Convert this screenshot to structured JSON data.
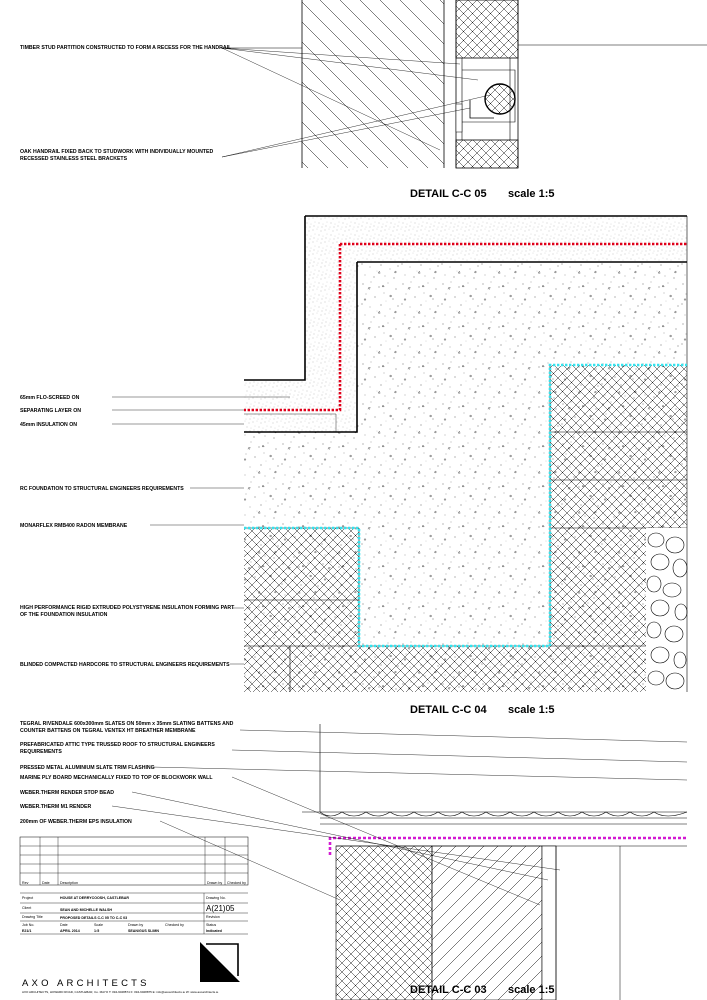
{
  "details": {
    "c05": {
      "title": "DETAIL C-C 05",
      "scale": "scale 1:5",
      "labels": [
        "TIMBER STUD PARTITION CONSTRUCTED TO FORM A RECESS FOR THE HANDRAIL",
        "OAK HANDRAIL FIXED BACK TO STUDWORK WITH INDIVIDUALLY MOUNTED",
        "RECESSED STAINLESS STEEL BRACKETS"
      ]
    },
    "c04": {
      "title": "DETAIL C-C 04",
      "scale": "scale 1:5",
      "labels": [
        "65mm FLO-SCREED ON",
        "SEPARATING LAYER ON",
        "45mm INSULATION ON",
        "RC FOUNDATION TO STRUCTURAL ENGINEERS REQUIREMENTS",
        "MONARFLEX RMB400 RADON MEMBRANE",
        "HIGH PERFORMANCE RIGID EXTRUDED POLYSTYRENE INSULATION FORMING PART",
        "OF THE FOUNDATION INSULATION",
        "BLINDED COMPACTED HARDCORE TO STRUCTURAL ENGINEERS REQUIREMENTS"
      ]
    },
    "c03": {
      "title": "DETAIL C-C 03",
      "scale": "scale 1:5",
      "labels": [
        "TEGRAL RIVENDALE 600x300mm SLATES ON 50mm x 35mm SLATING BATTENS AND",
        "COUNTER BATTENS ON TEGRAL VENTEX HT BREATHER MEMBRANE",
        "PREFABRICATED ATTIC TYPE TRUSSED ROOF TO STRUCTURAL ENGINEERS",
        "REQUIREMENTS",
        "PRESSED METAL ALUMINIUM SLATE TRIM FLASHING",
        "MARINE PLY BOARD MECHANICALLY FIXED TO TOP OF BLOCKWORK WALL",
        "WEBER.THERM RENDER STOP BEAD",
        "WEBER.THERM M1 RENDER",
        "200mm OF WEBER.THERM EPS INSULATION"
      ]
    }
  },
  "title_block": {
    "revision_headers": [
      "Rev",
      "Date",
      "Description",
      "Drawn by",
      "Checked by"
    ],
    "project_label": "Project",
    "project": "HOUSE AT DERRYCOOSH, CASTLEBAR",
    "client_label": "Client",
    "client": "SEAN AND MICHELLE WALSH",
    "drawing_title_label": "Drawing Title",
    "drawing_title": "PROPOSED DETAILS C-C 05 TO C-C 03",
    "drawing_no_label": "Drawing No.",
    "drawing_no": "A(21)05",
    "revision_label": "Revision",
    "meta_headers": [
      "Job No.",
      "Date",
      "Scale",
      "Drawn by",
      "Checked by",
      "Status"
    ],
    "meta_values": [
      "E21/1",
      "APRIL 2014",
      "1:5",
      "SEAN/GUS SLIMN",
      "",
      "Indicated"
    ],
    "brand": "AXO ARCHITECTS",
    "address": "AXO ARCHITECTS, HOWARD ROAD, CASTLEBAR, Co. MAYO   T: 094-9028874   F: 094-9028875   E: info@axoarchitects.ie   W: www.axoarchitects.ie"
  },
  "colors": {
    "dpm": "#e0001a",
    "radon": "#35e3ee",
    "eave_membrane": "#d21ad2"
  }
}
